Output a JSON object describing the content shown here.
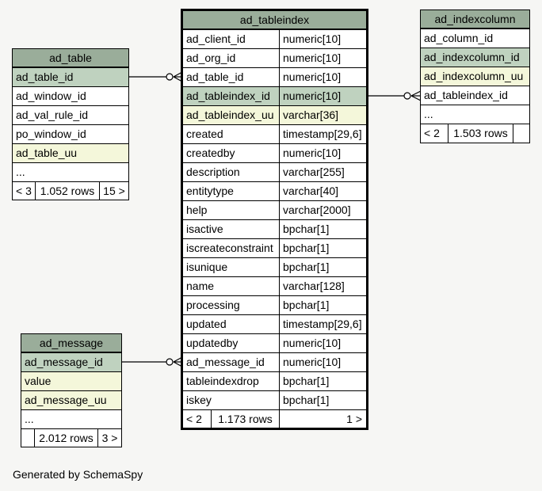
{
  "footer": "Generated by SchemaSpy",
  "tables": {
    "ad_table": {
      "name": "ad_table",
      "columns": [
        {
          "name": "ad_table_id",
          "kind": "pk"
        },
        {
          "name": "ad_window_id",
          "kind": ""
        },
        {
          "name": "ad_val_rule_id",
          "kind": ""
        },
        {
          "name": "po_window_id",
          "kind": ""
        },
        {
          "name": "ad_table_uu",
          "kind": "uu"
        },
        {
          "name": "...",
          "kind": ""
        }
      ],
      "footer": {
        "left": "< 3",
        "rows": "1.052 rows",
        "right": "15 >"
      }
    },
    "ad_message": {
      "name": "ad_message",
      "columns": [
        {
          "name": "ad_message_id",
          "kind": "pk"
        },
        {
          "name": "value",
          "kind": "uu"
        },
        {
          "name": "ad_message_uu",
          "kind": "uu"
        },
        {
          "name": "...",
          "kind": ""
        }
      ],
      "footer": {
        "left": "",
        "rows": "2.012 rows",
        "right": "3 >"
      }
    },
    "ad_tableindex": {
      "name": "ad_tableindex",
      "columns": [
        {
          "name": "ad_client_id",
          "type": "numeric[10]",
          "kind": ""
        },
        {
          "name": "ad_org_id",
          "type": "numeric[10]",
          "kind": ""
        },
        {
          "name": "ad_table_id",
          "type": "numeric[10]",
          "kind": ""
        },
        {
          "name": "ad_tableindex_id",
          "type": "numeric[10]",
          "kind": "pk"
        },
        {
          "name": "ad_tableindex_uu",
          "type": "varchar[36]",
          "kind": "uu"
        },
        {
          "name": "created",
          "type": "timestamp[29,6]",
          "kind": ""
        },
        {
          "name": "createdby",
          "type": "numeric[10]",
          "kind": ""
        },
        {
          "name": "description",
          "type": "varchar[255]",
          "kind": ""
        },
        {
          "name": "entitytype",
          "type": "varchar[40]",
          "kind": ""
        },
        {
          "name": "help",
          "type": "varchar[2000]",
          "kind": ""
        },
        {
          "name": "isactive",
          "type": "bpchar[1]",
          "kind": ""
        },
        {
          "name": "iscreateconstraint",
          "type": "bpchar[1]",
          "kind": ""
        },
        {
          "name": "isunique",
          "type": "bpchar[1]",
          "kind": ""
        },
        {
          "name": "name",
          "type": "varchar[128]",
          "kind": ""
        },
        {
          "name": "processing",
          "type": "bpchar[1]",
          "kind": ""
        },
        {
          "name": "updated",
          "type": "timestamp[29,6]",
          "kind": ""
        },
        {
          "name": "updatedby",
          "type": "numeric[10]",
          "kind": ""
        },
        {
          "name": "ad_message_id",
          "type": "numeric[10]",
          "kind": ""
        },
        {
          "name": "tableindexdrop",
          "type": "bpchar[1]",
          "kind": ""
        },
        {
          "name": "iskey",
          "type": "bpchar[1]",
          "kind": ""
        }
      ],
      "footer": {
        "left": "< 2",
        "rows": "1.173 rows",
        "right": "1 >"
      }
    },
    "ad_indexcolumn": {
      "name": "ad_indexcolumn",
      "columns": [
        {
          "name": "ad_column_id",
          "kind": ""
        },
        {
          "name": "ad_indexcolumn_id",
          "kind": "pk"
        },
        {
          "name": "ad_indexcolumn_uu",
          "kind": "uu"
        },
        {
          "name": "ad_tableindex_id",
          "kind": ""
        },
        {
          "name": "...",
          "kind": ""
        }
      ],
      "footer": {
        "left": "< 2",
        "rows": "1.503 rows",
        "right": ""
      }
    }
  },
  "colors": {
    "header": "#9aad9a",
    "primary_key": "#bfd2bf",
    "unique_key": "#f4f7da",
    "background": "#f6f6f4"
  }
}
